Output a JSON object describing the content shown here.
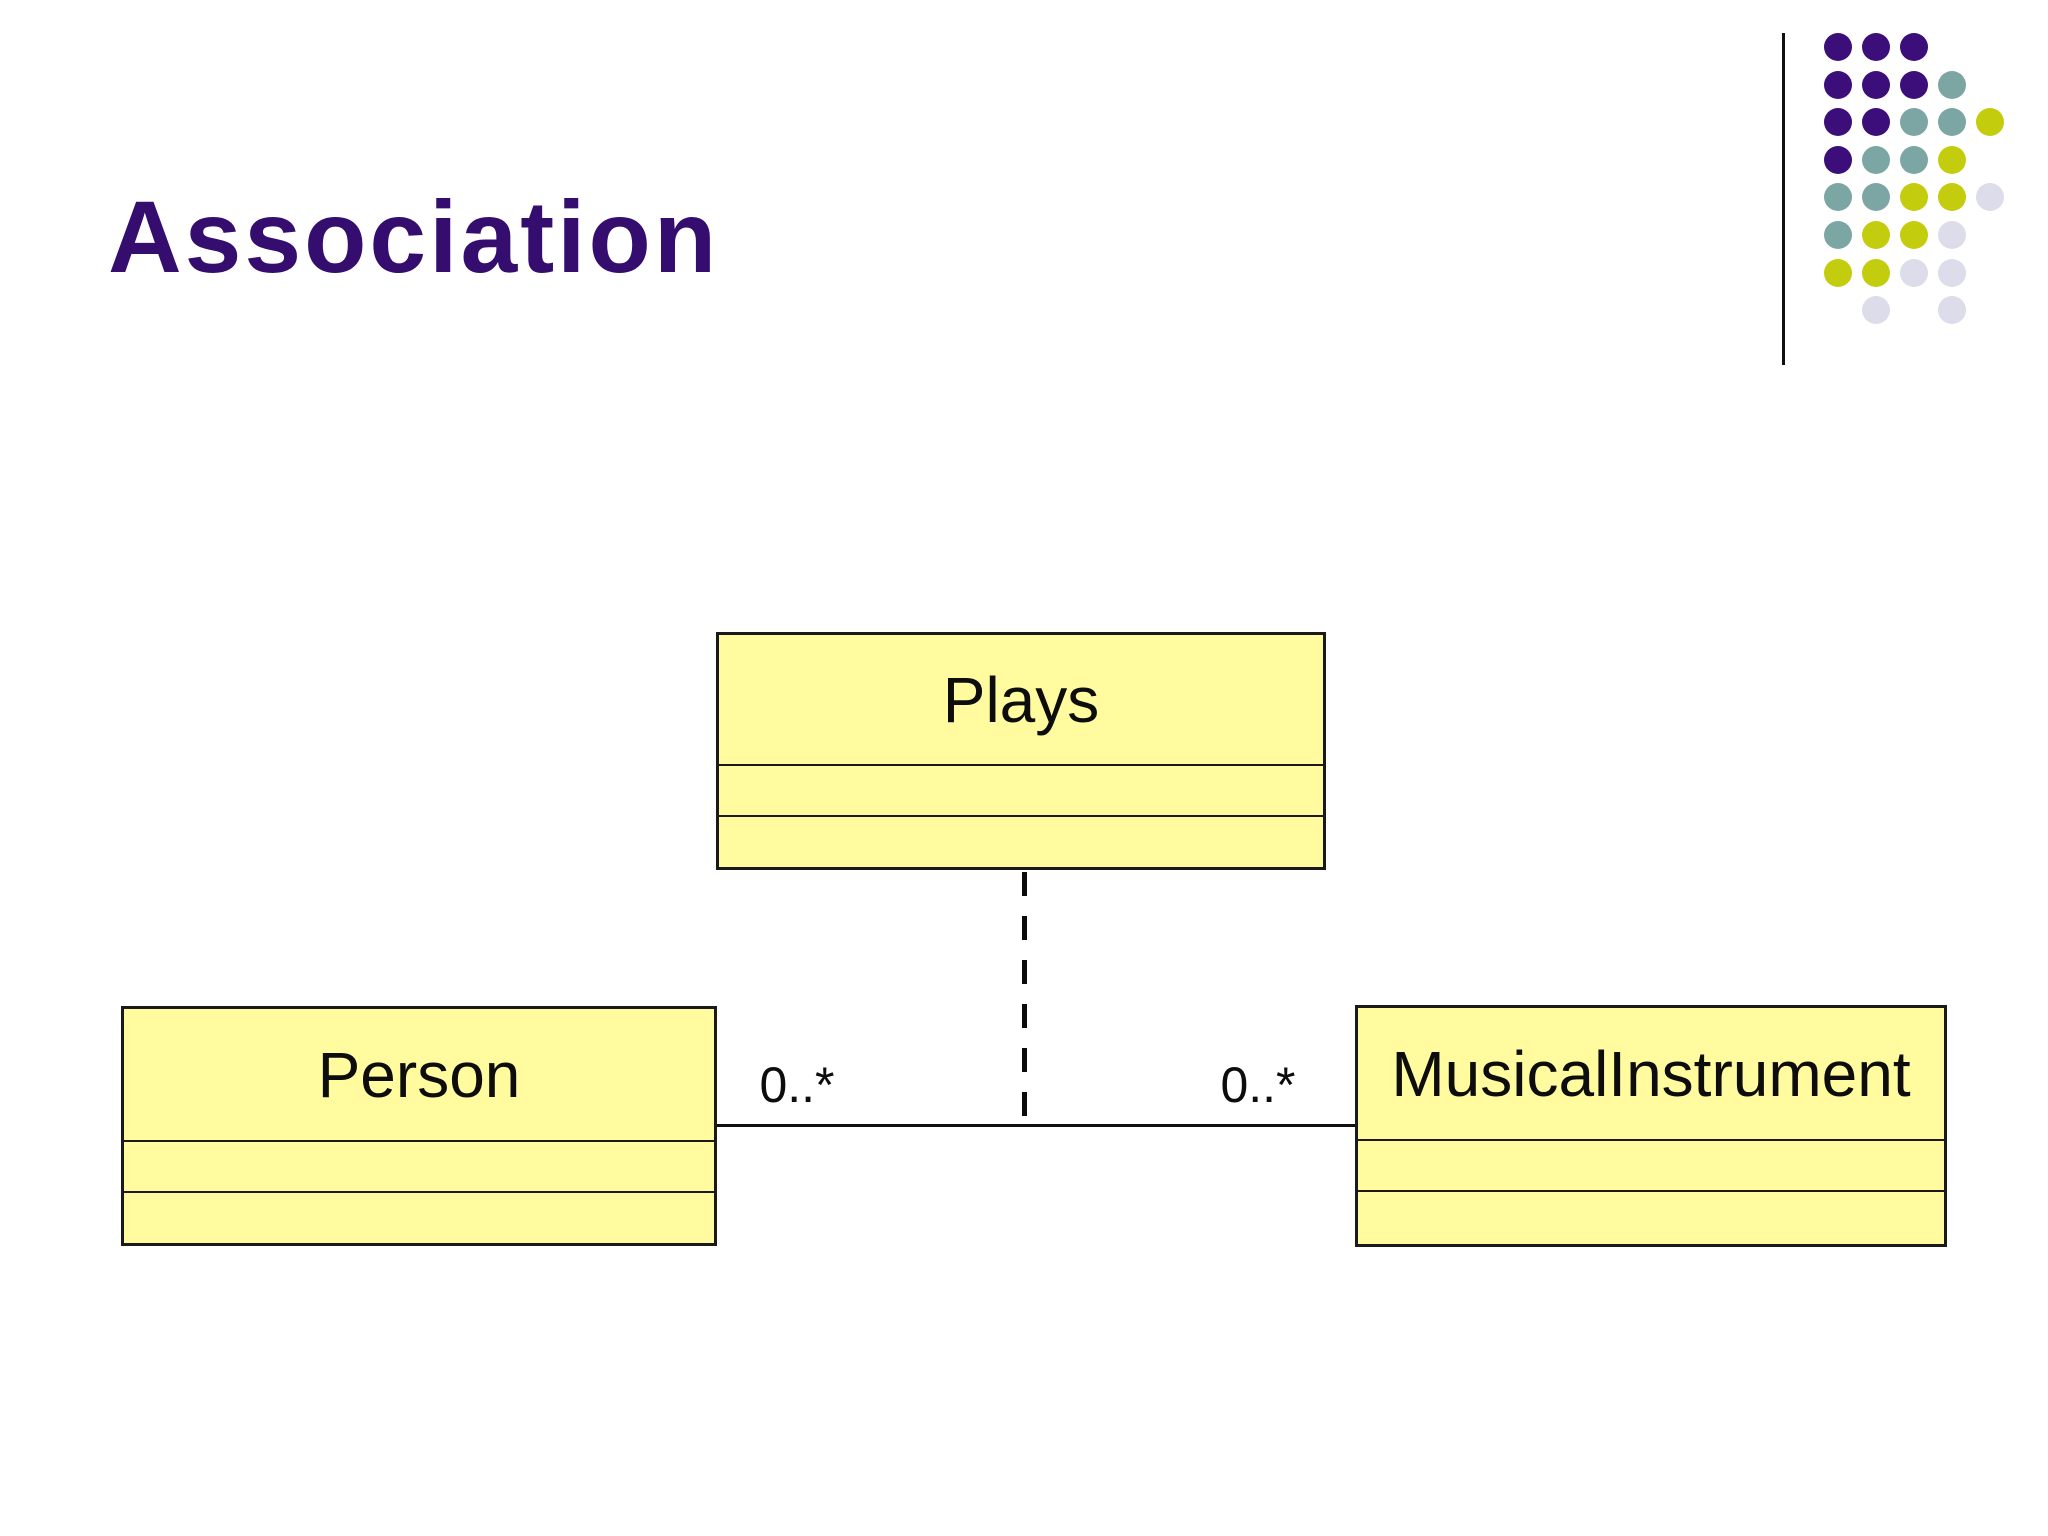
{
  "slide": {
    "title": "Association",
    "title_color": "#350D6E",
    "background_color": "#FFFFFF"
  },
  "diagram": {
    "box_fill_color": "#FFFB9E",
    "box_border_color": "#1A1A1A",
    "association_class": {
      "name": "Plays"
    },
    "classes": [
      {
        "name": "Person"
      },
      {
        "name": "MusicalInstrument"
      }
    ],
    "multiplicities": {
      "left": "0..*",
      "right": "0..*"
    }
  },
  "decoration": {
    "rule_color": "#101010",
    "dot_colors": {
      "purple": "#3B0E79",
      "teal": "#7CA6A4",
      "chartreuse": "#C3CC0D",
      "lavender": "#DCDCEA"
    },
    "dot_pattern": [
      [
        "purple",
        "purple",
        "purple",
        null,
        null
      ],
      [
        "purple",
        "purple",
        "purple",
        "teal",
        null
      ],
      [
        "purple",
        "purple",
        "teal",
        "teal",
        "chartreuse"
      ],
      [
        "purple",
        "teal",
        "teal",
        "chartreuse",
        null
      ],
      [
        "teal",
        "teal",
        "chartreuse",
        "chartreuse",
        "lavender"
      ],
      [
        "teal",
        "chartreuse",
        "chartreuse",
        "lavender",
        null
      ],
      [
        "chartreuse",
        "chartreuse",
        "lavender",
        "lavender",
        null
      ],
      [
        null,
        "lavender",
        null,
        "lavender",
        null
      ]
    ]
  }
}
